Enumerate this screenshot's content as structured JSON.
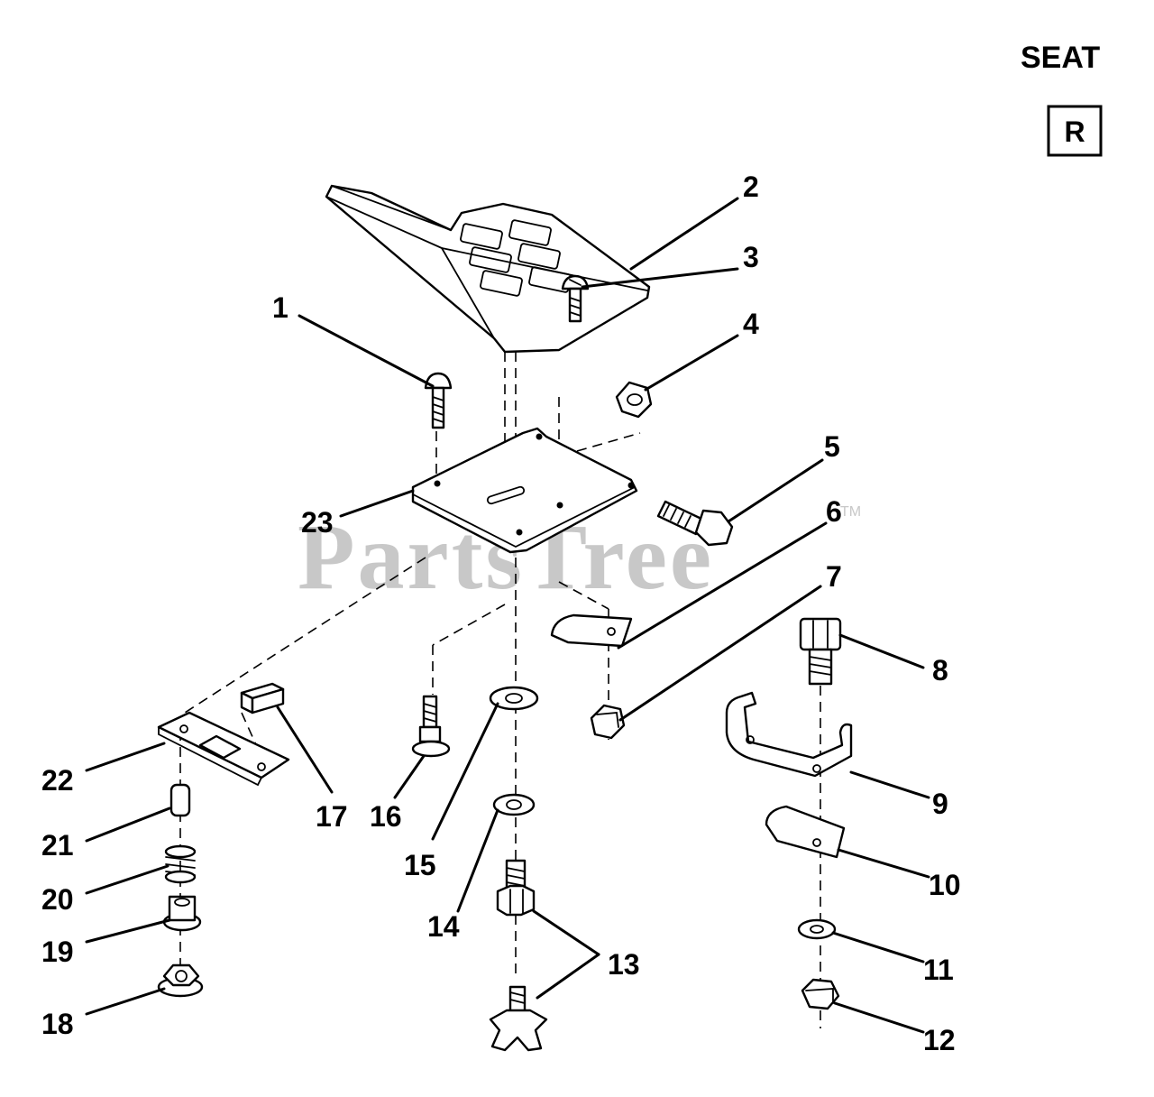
{
  "header": {
    "title": "SEAT",
    "plate_letter": "R"
  },
  "watermark": {
    "text": "PartsTree",
    "trademark": "TM"
  },
  "callouts": {
    "c1": "1",
    "c2": "2",
    "c3": "3",
    "c4": "4",
    "c5": "5",
    "c6": "6",
    "c7": "7",
    "c8": "8",
    "c9": "9",
    "c10": "10",
    "c11": "11",
    "c12": "12",
    "c13": "13",
    "c14": "14",
    "c15": "15",
    "c16": "16",
    "c17": "17",
    "c18": "18",
    "c19": "19",
    "c20": "20",
    "c21": "21",
    "c22": "22",
    "c23": "23"
  }
}
